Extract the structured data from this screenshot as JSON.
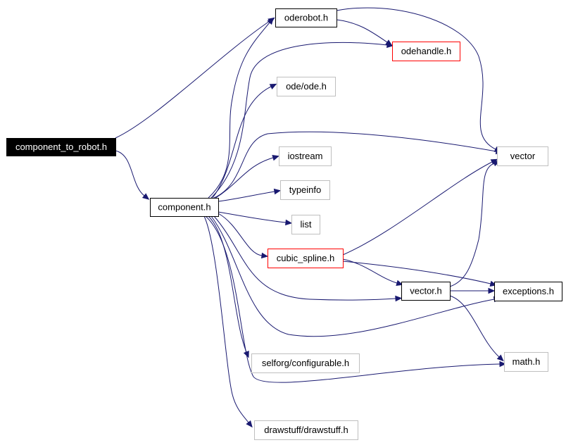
{
  "colors": {
    "edge": "#191970",
    "root_fill": "#000000",
    "root_text": "#ffffff",
    "documented_border": "#000000",
    "external_border": "#bfbfbf",
    "truncated_border": "#ff0000",
    "text": "#000000"
  },
  "nodes": [
    {
      "id": "component_to_robot_h",
      "label": "component_to_robot.h",
      "kind": "root"
    },
    {
      "id": "oderobot_h",
      "label": "oderobot.h",
      "kind": "documented"
    },
    {
      "id": "odehandle_h",
      "label": "odehandle.h",
      "kind": "truncated"
    },
    {
      "id": "ode_ode_h",
      "label": "ode/ode.h",
      "kind": "external"
    },
    {
      "id": "component_h",
      "label": "component.h",
      "kind": "documented"
    },
    {
      "id": "vector",
      "label": "vector",
      "kind": "external"
    },
    {
      "id": "iostream",
      "label": "iostream",
      "kind": "external"
    },
    {
      "id": "typeinfo",
      "label": "typeinfo",
      "kind": "external"
    },
    {
      "id": "list",
      "label": "list",
      "kind": "external"
    },
    {
      "id": "cubic_spline_h",
      "label": "cubic_spline.h",
      "kind": "truncated"
    },
    {
      "id": "vector_h",
      "label": "vector.h",
      "kind": "documented"
    },
    {
      "id": "exceptions_h",
      "label": "exceptions.h",
      "kind": "documented"
    },
    {
      "id": "math_h",
      "label": "math.h",
      "kind": "external"
    },
    {
      "id": "selforg_configurable_h",
      "label": "selforg/configurable.h",
      "kind": "external"
    },
    {
      "id": "drawstuff_drawstuff_h",
      "label": "drawstuff/drawstuff.h",
      "kind": "external"
    }
  ],
  "edges": [
    {
      "from": "component_to_robot_h",
      "to": "oderobot_h"
    },
    {
      "from": "component_to_robot_h",
      "to": "component_h"
    },
    {
      "from": "oderobot_h",
      "to": "odehandle_h"
    },
    {
      "from": "oderobot_h",
      "to": "vector"
    },
    {
      "from": "component_h",
      "to": "oderobot_h"
    },
    {
      "from": "component_h",
      "to": "odehandle_h"
    },
    {
      "from": "component_h",
      "to": "ode_ode_h"
    },
    {
      "from": "component_h",
      "to": "vector"
    },
    {
      "from": "component_h",
      "to": "iostream"
    },
    {
      "from": "component_h",
      "to": "typeinfo"
    },
    {
      "from": "component_h",
      "to": "list"
    },
    {
      "from": "component_h",
      "to": "cubic_spline_h"
    },
    {
      "from": "component_h",
      "to": "vector_h"
    },
    {
      "from": "component_h",
      "to": "exceptions_h"
    },
    {
      "from": "component_h",
      "to": "selforg_configurable_h"
    },
    {
      "from": "component_h",
      "to": "math_h"
    },
    {
      "from": "component_h",
      "to": "drawstuff_drawstuff_h"
    },
    {
      "from": "cubic_spline_h",
      "to": "vector"
    },
    {
      "from": "cubic_spline_h",
      "to": "vector_h"
    },
    {
      "from": "cubic_spline_h",
      "to": "exceptions_h"
    },
    {
      "from": "vector_h",
      "to": "exceptions_h"
    },
    {
      "from": "vector_h",
      "to": "vector"
    },
    {
      "from": "vector_h",
      "to": "math_h"
    }
  ]
}
